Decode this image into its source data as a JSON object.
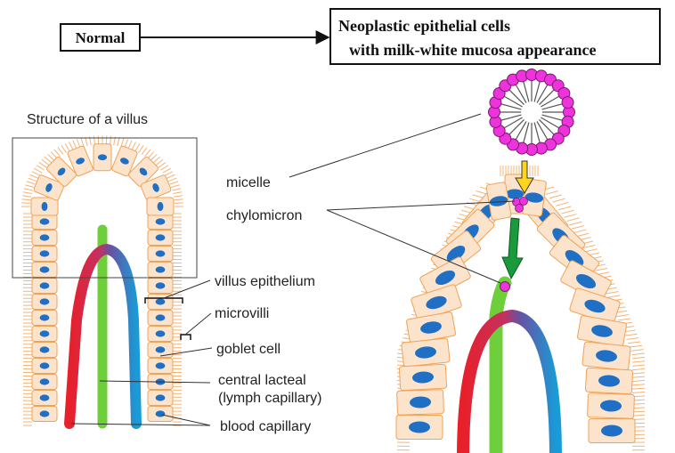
{
  "header": {
    "normal_label": "Normal",
    "neoplastic_line1": "Neoplastic epithelial cells",
    "neoplastic_line2": "with milk-white mucosa appearance"
  },
  "left_panel": {
    "title": "Structure of a villus"
  },
  "labels": {
    "villus_epithelium": "villus epithelium",
    "microvilli": "microvilli",
    "goblet_cell": "goblet cell",
    "central_lacteal": "central lacteal",
    "lymph_capillary": "(lymph capillary)",
    "blood_capillary": "blood capillary",
    "micelle": "micelle",
    "chylomicron": "chylomicron"
  },
  "colors": {
    "cell_fill": "#fce4cc",
    "cell_stroke": "#f0a256",
    "nucleus": "#1f6fc5",
    "lacteal": "#6fcf3a",
    "blood_red": "#e8202a",
    "blood_blue": "#1a9ad6",
    "micelle": "#ee33dd",
    "yellow_arrow": "#ffd51c",
    "green_arrow": "#1a9a3a"
  }
}
